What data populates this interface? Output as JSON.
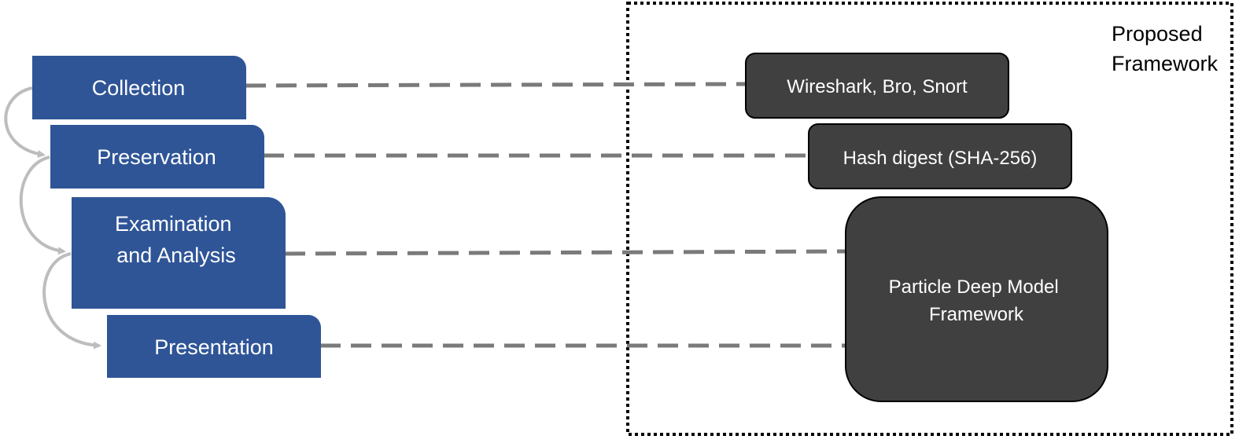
{
  "stages": [
    {
      "lines": [
        "Collection"
      ]
    },
    {
      "lines": [
        "Preservation"
      ]
    },
    {
      "lines": [
        "Examination",
        "and Analysis"
      ]
    },
    {
      "lines": [
        "Presentation"
      ]
    }
  ],
  "tools": [
    {
      "lines": [
        "Wireshark, Bro, Snort"
      ]
    },
    {
      "lines": [
        "Hash digest (SHA-256)"
      ]
    },
    {
      "lines": [
        "Particle Deep Model",
        "Framework"
      ]
    }
  ],
  "framework_label": [
    "Proposed",
    "Framework"
  ],
  "colors": {
    "stage_fill": "#2f5597",
    "tool_fill": "#404040",
    "connector": "#7a7a7a",
    "flow_arrow": "#bdbdbd",
    "frame_border": "#000000"
  }
}
